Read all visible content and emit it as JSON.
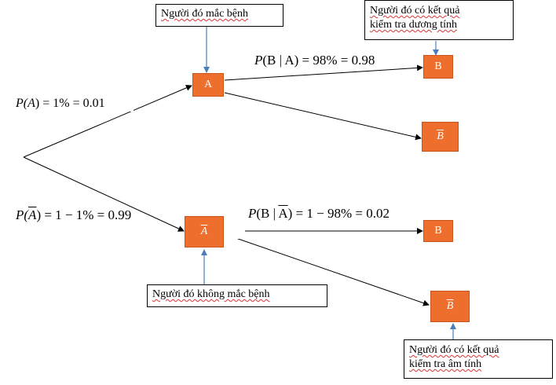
{
  "callouts": {
    "disease": "Người đó mắc bệnh",
    "no_disease": "Người đó không mắc bệnh",
    "positive_line1": "Người đó có kết quả",
    "positive_line2": "kiểm tra dương tính",
    "negative_line1": "Người đó có kết quả",
    "negative_line2": "kiểm tra âm tính"
  },
  "nodes": {
    "a": "A",
    "not_a": "A",
    "b_top": "B",
    "not_b_top": "B",
    "b_bottom": "B",
    "not_b_bottom": "B"
  },
  "probabilities": {
    "p_a_label": "P(",
    "p_a_var": "A",
    "p_a_rest": ") = 1% = 0.01",
    "p_not_a_label": "P(",
    "p_not_a_var": "A",
    "p_not_a_rest": ") = 1 − 1% = 0.99",
    "p_b_given_a_label": "P",
    "p_b_given_a_rest": "(B | A) = 98% = 0.98",
    "p_b_given_not_a_label": "P",
    "p_b_given_not_a_mid": "(B | ",
    "p_b_given_not_a_var": "A",
    "p_b_given_not_a_rest": ") = 1 − 98% = 0.02"
  },
  "colors": {
    "node_fill": "#ee6f2d",
    "arrow": "#000000",
    "pointer": "#4a7ebb"
  }
}
